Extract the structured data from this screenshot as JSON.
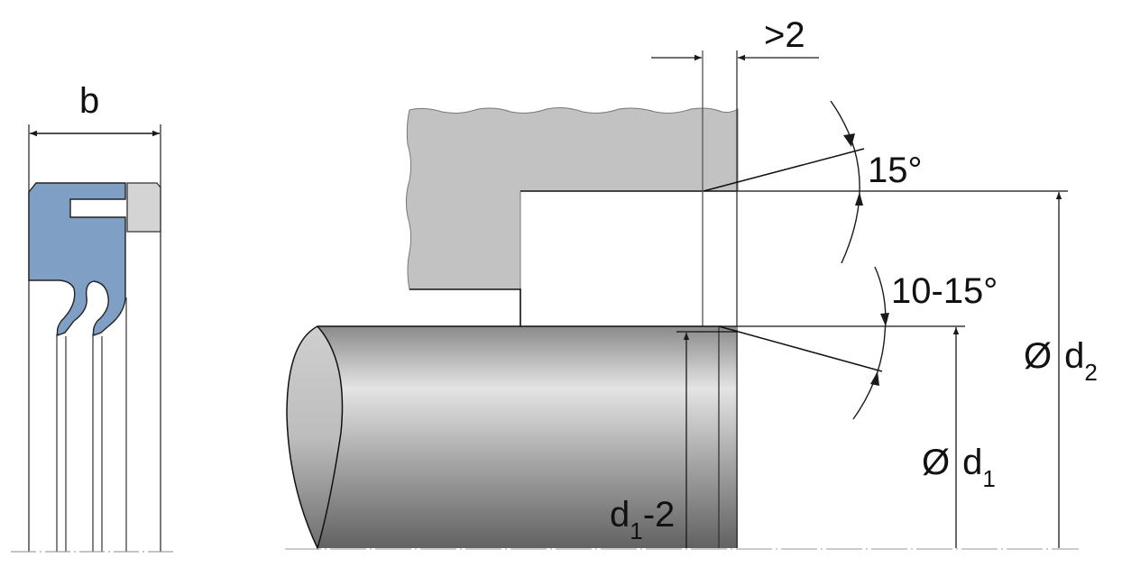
{
  "diagram": {
    "type": "technical-drawing",
    "subject": "rod seal installation dimensions",
    "colors": {
      "seal_body": "#7f9fc4",
      "backup_ring": "#d4d4d4",
      "housing": "#c2c2c2",
      "rod_light": "#e4e4e4",
      "rod_dark": "#6a6a6a",
      "line": "#1a1a1a"
    }
  },
  "labels": {
    "seal_width": "b",
    "chamfer_length": ">2",
    "housing_angle": "15°",
    "rod_chamfer_angle": "10-15°",
    "rod_chamfer_dia_main": "d",
    "rod_chamfer_dia_sub": "1",
    "rod_chamfer_dia_suffix": "-2",
    "diameter_symbol": "Ø",
    "d1_main": "d",
    "d1_sub": "1",
    "d2_main": "d",
    "d2_sub": "2"
  }
}
